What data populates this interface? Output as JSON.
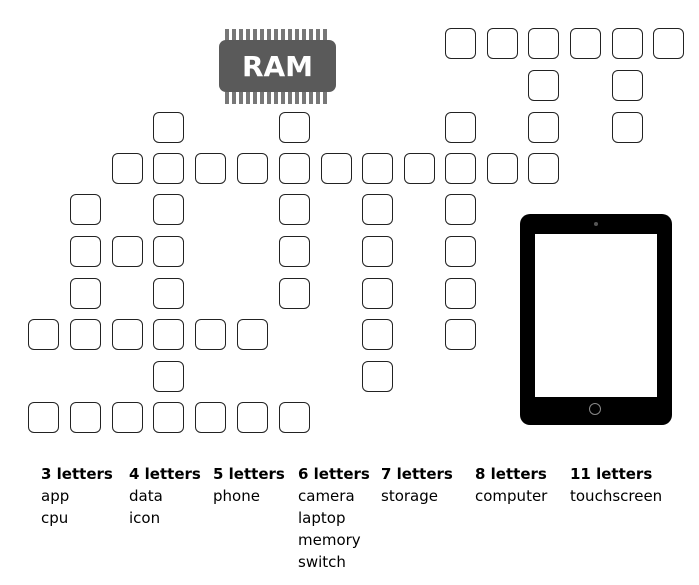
{
  "chip": {
    "label": "RAM"
  },
  "word_groups": [
    {
      "heading": "3 letters",
      "words": [
        "app",
        "cpu"
      ]
    },
    {
      "heading": "4 letters",
      "words": [
        "data",
        "icon"
      ]
    },
    {
      "heading": "5 letters",
      "words": [
        "phone"
      ]
    },
    {
      "heading": "6 letters",
      "words": [
        "camera",
        "laptop",
        "memory",
        "switch"
      ]
    },
    {
      "heading": "7 letters",
      "words": [
        "storage"
      ]
    },
    {
      "heading": "8 letters",
      "words": [
        "computer"
      ]
    },
    {
      "heading": "11 letters",
      "words": [
        "touchscreen"
      ]
    }
  ]
}
